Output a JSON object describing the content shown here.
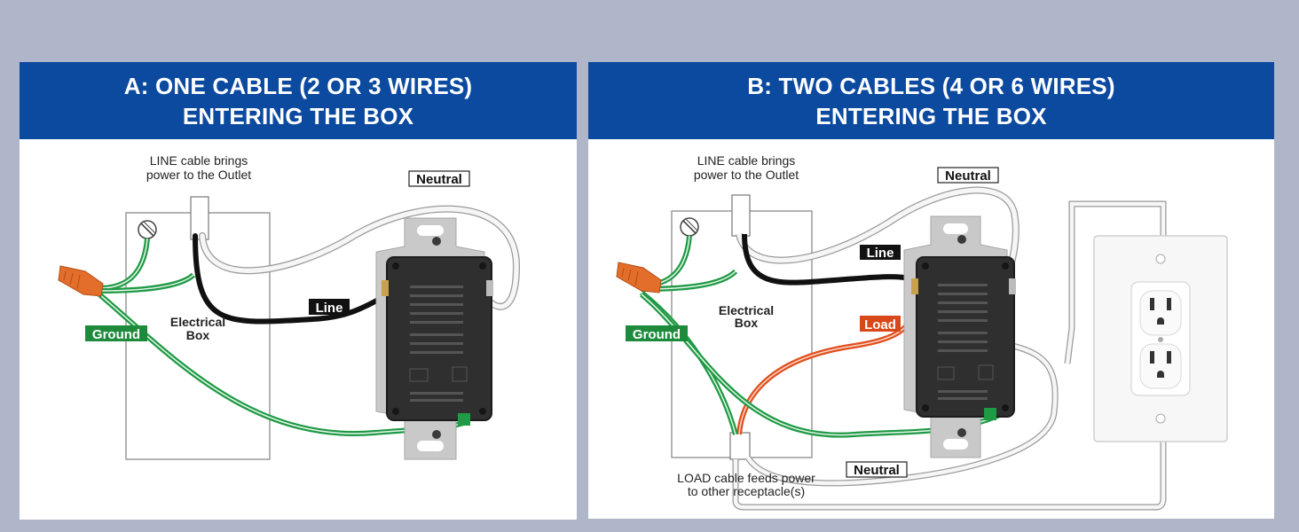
{
  "colors": {
    "background": "#b0b6ca",
    "header": "#0c4aa0",
    "ground_tag": "#1e8a3c",
    "line_tag": "#111111",
    "load_tag": "#d9481a",
    "neutral_tag": "#ffffff",
    "ground_wire": "#1f9a45",
    "line_wire": "#111111",
    "load_wire": "#e0501e",
    "neutral_wire": "#f4f4f4"
  },
  "panel_a": {
    "title_line1": "A: ONE CABLE (2 OR 3 WIRES)",
    "title_line2": "ENTERING THE BOX",
    "line_cable_note_1": "LINE cable brings",
    "line_cable_note_2": "power to the Outlet",
    "box_label_1": "Electrical",
    "box_label_2": "Box",
    "tag_neutral": "Neutral",
    "tag_line": "Line",
    "tag_ground": "Ground"
  },
  "panel_b": {
    "title_line1": "B: TWO CABLES (4 OR 6 WIRES)",
    "title_line2": "ENTERING THE BOX",
    "line_cable_note_1": "LINE cable brings",
    "line_cable_note_2": "power to the Outlet",
    "box_label_1": "Electrical",
    "box_label_2": "Box",
    "tag_neutral_top": "Neutral",
    "tag_line": "Line",
    "tag_load": "Load",
    "tag_ground": "Ground",
    "tag_neutral_bottom": "Neutral",
    "load_cable_note_1": "LOAD cable feeds power",
    "load_cable_note_2": "to other receptacle(s)"
  }
}
